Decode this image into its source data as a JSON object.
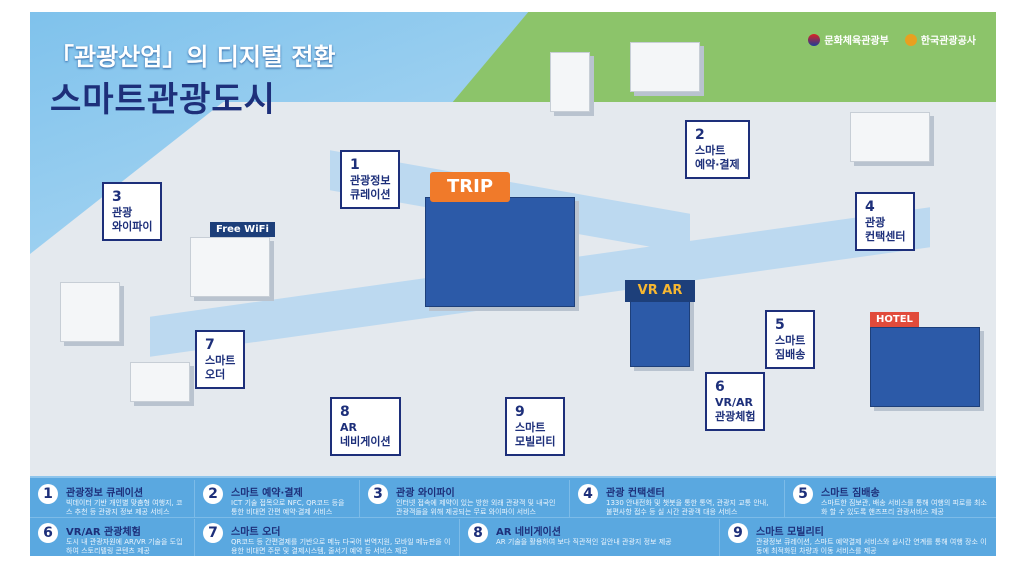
{
  "title": {
    "line1": "「관광산업」의 디지털 전환",
    "line2": "스마트관광도시"
  },
  "logos": [
    "문화체육관광부",
    "한국관광공사"
  ],
  "signs": {
    "trip": "TRIP",
    "vrar": "VR AR",
    "wifi": "Free WiFi",
    "hotel": "HOTEL"
  },
  "callouts": [
    {
      "n": "1",
      "label": "관광정보\n큐레이션"
    },
    {
      "n": "2",
      "label": "스마트\n예약·결제"
    },
    {
      "n": "3",
      "label": "관광\n와이파이"
    },
    {
      "n": "4",
      "label": "관광\n컨택센터"
    },
    {
      "n": "5",
      "label": "스마트\n짐배송"
    },
    {
      "n": "6",
      "label": "VR/AR\n관광체험"
    },
    {
      "n": "7",
      "label": "스마트\n오더"
    },
    {
      "n": "8",
      "label": "AR\n네비게이션"
    },
    {
      "n": "9",
      "label": "스마트\n모빌리티"
    }
  ],
  "legend": [
    {
      "n": "1",
      "title": "관광정보 큐레이션",
      "desc": "빅데이터 기반 개인별 맞춤형 여행지, 코스 추천 등 관광지 정보 제공 서비스"
    },
    {
      "n": "2",
      "title": "스마트 예약·결제",
      "desc": "ICT 기술 접목으로 NFC, QR코드 등을 통한 비대면 간편 예약·결제 서비스"
    },
    {
      "n": "3",
      "title": "관광 와이파이",
      "desc": "인터넷 접속에 제약이 있는 방한 외래 관광객 및 내국인 관광객들을 위해 제공되는 무료 와이파이 서비스"
    },
    {
      "n": "4",
      "title": "관광 컨택센터",
      "desc": "1330 안내전화 및 챗봇을 통한 통역, 관광지 교통 안내, 불편사항 접수 등 실 시간 관광객 대응 서비스"
    },
    {
      "n": "5",
      "title": "스마트 짐배송",
      "desc": "스마트한 짐보관, 배송 서비스를 통해 여행의 피로를 최소화 할 수 있도록 핸즈프리 관광서비스 제공"
    },
    {
      "n": "6",
      "title": "VR/AR 관광체험",
      "desc": "도시 내 관광자원에 AR/VR 기술을 도입하여 스토리텔링 콘텐츠 제공"
    },
    {
      "n": "7",
      "title": "스마트 오더",
      "desc": "QR코드 등 간편결제를 기반으로 메뉴 다국어 번역지원, 모바일 메뉴판을 이용한 비대면 주문 및 결제시스템, 줄서기 예약 등 서비스 제공"
    },
    {
      "n": "8",
      "title": "AR 네비게이션",
      "desc": "AR 기술을 활용하여 보다 직관적인 길안내 관광지 정보 제공"
    },
    {
      "n": "9",
      "title": "스마트 모빌리티",
      "desc": "관광정보 큐레이션, 스마트 예약결제 서비스와 실시간 연계를 통해 여행 장소 이동에 최적화된 차량과 이동 서비스를 제공"
    }
  ]
}
